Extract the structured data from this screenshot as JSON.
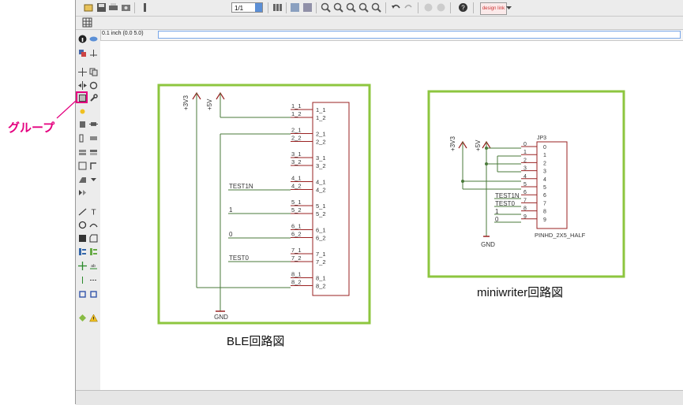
{
  "annotation": {
    "label": "グループ",
    "color": "#e4007f"
  },
  "toolbar": {
    "page_value": "1/1",
    "help_label": "design link",
    "icons": [
      "open-icon",
      "save-icon",
      "print-icon",
      "cam-icon",
      "layer-icon",
      "page-select",
      "drc-icon",
      "script-icon",
      "run-icon",
      "zoom-fit-icon",
      "zoom-in-icon",
      "zoom-out-icon",
      "zoom-redraw-icon",
      "zoom-select-icon",
      "undo-icon",
      "redo-icon",
      "stop-icon",
      "go-icon",
      "help-icon"
    ]
  },
  "command": {
    "coord": "0.1 inch (0.0 5.0)",
    "value": ""
  },
  "schematics": {
    "ble": {
      "caption": "BLE回路図",
      "supply1": "+3V3",
      "supply2": "+5V",
      "gnd": "GND",
      "pin_left": [
        "1_1",
        "1_2",
        "2_1",
        "2_2",
        "3_1",
        "3_2",
        "4_1",
        "4_2",
        "5_1",
        "5_2",
        "6_1",
        "6_2",
        "7_1",
        "7_2",
        "8_1",
        "8_2"
      ],
      "pin_right": [
        "1_1",
        "1_2",
        "2_1",
        "2_2",
        "3_1",
        "3_2",
        "4_1",
        "4_2",
        "5_1",
        "5_2",
        "6_1",
        "6_2",
        "7_1",
        "7_2",
        "8_1",
        "8_2"
      ],
      "net_labels": [
        "TEST1N",
        "1",
        "0",
        "TEST0"
      ]
    },
    "miniwriter": {
      "caption": "miniwriter回路図",
      "supply1": "+3V3",
      "supply2": "+5V",
      "gnd": "GND",
      "part_name": "JP3",
      "part_value": "PINHD_2X5_HALF",
      "pin_left": [
        "0",
        "1",
        "2",
        "3",
        "4",
        "5",
        "6",
        "7",
        "8",
        "9"
      ],
      "pin_right": [
        "0",
        "1",
        "2",
        "3",
        "4",
        "5",
        "6",
        "7",
        "8",
        "9"
      ],
      "net_labels": [
        "TEST1N",
        "TEST0",
        "1",
        "0"
      ]
    }
  },
  "colors": {
    "frame": "#8dc63f",
    "wire": "#4a7a3a",
    "symbol": "#9a2222"
  }
}
